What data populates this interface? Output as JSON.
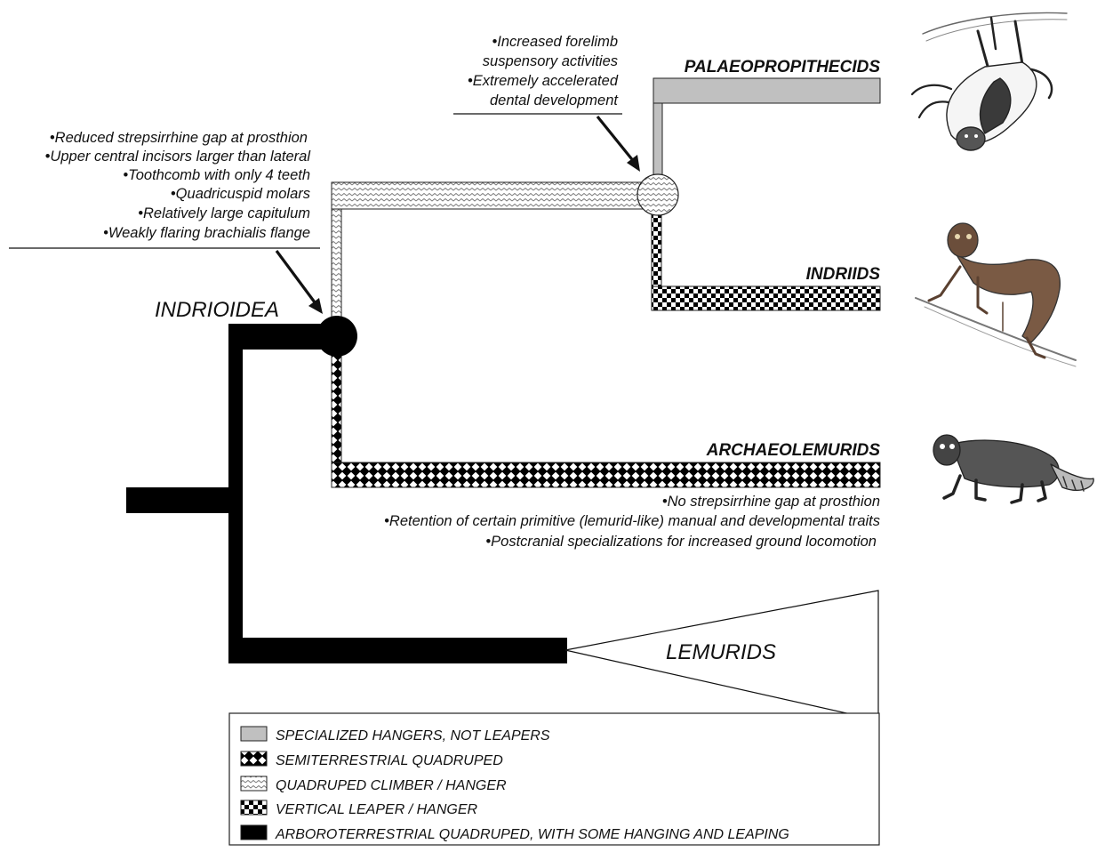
{
  "clades": {
    "indrioidea": "INDRIOIDEA",
    "palaeopropithecids": "PALAEOPROPITHECIDS",
    "indriids": "INDRIIDS",
    "archaeolemurids": "ARCHAEOLEMURIDS",
    "lemurids": "LEMURIDS"
  },
  "notes": {
    "indrioidea": [
      "•Reduced strepsirrhine gap at prosthion",
      "•Upper central incisors larger than lateral",
      "•Toothcomb with only 4 teeth",
      "•Quadricuspid molars",
      "•Relatively large capitulum",
      "•Weakly flaring brachialis flange"
    ],
    "palaeopropithecids": [
      "•Increased forelimb",
      "suspensory activities",
      "•Extremely accelerated",
      "dental development"
    ],
    "archaeolemurids": [
      "•No strepsirrhine gap at prosthion",
      "•Retention of certain primitive (lemurid-like) manual and developmental traits",
      "•Postcranial specializations for increased ground locomotion"
    ]
  },
  "legend": [
    {
      "pattern": "gray",
      "label": "SPECIALIZED HANGERS, NOT LEAPERS"
    },
    {
      "pattern": "diamond",
      "label": "SEMITERRESTRIAL QUADRUPED"
    },
    {
      "pattern": "wave",
      "label": "QUADRUPED CLIMBER / HANGER"
    },
    {
      "pattern": "check",
      "label": "VERTICAL LEAPER / HANGER"
    },
    {
      "pattern": "black",
      "label": "ARBOROTERRESTRIAL QUADRUPED, WITH  SOME HANGING AND LEAPING"
    }
  ],
  "colors": {
    "gray_fill": "#c0c0c0",
    "black": "#000000",
    "stroke": "#222222"
  },
  "illustrations": [
    "hanging-sloth-lemur-illustration",
    "indriid-climbing-illustration",
    "archaeolemur-walking-illustration"
  ]
}
